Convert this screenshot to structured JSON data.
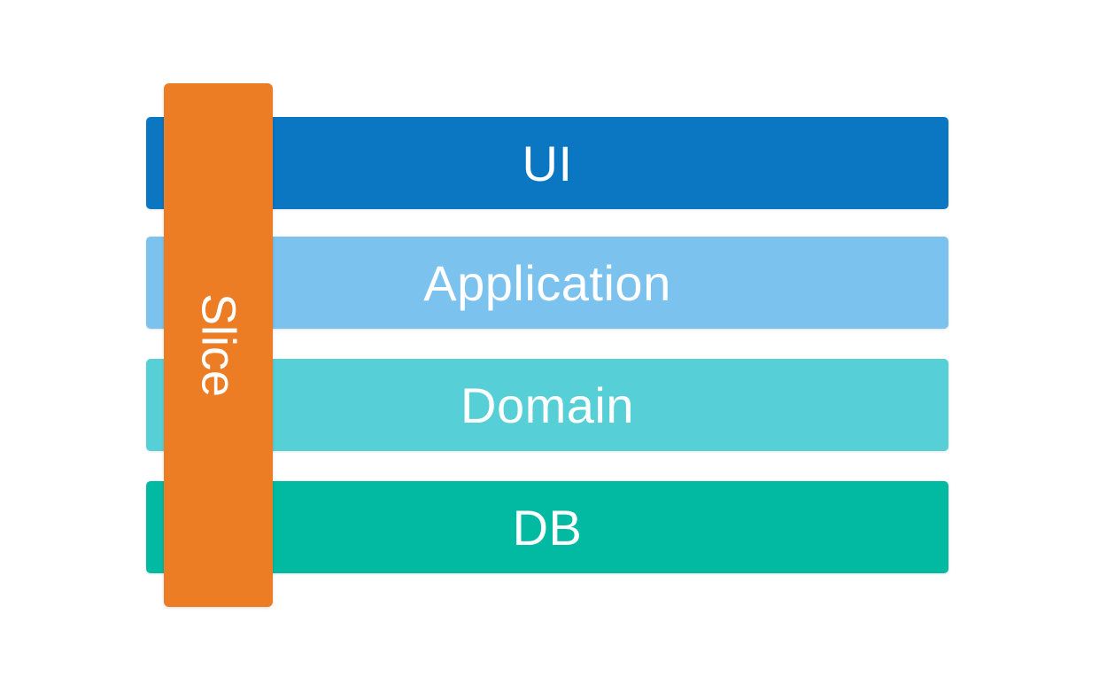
{
  "diagram": {
    "title": "layered-architecture-with-vertical-slice",
    "background_color": "#ffffff",
    "text_color": "#ffffff",
    "layers": [
      {
        "label": "UI",
        "color": "#0b76c2"
      },
      {
        "label": "Application",
        "color": "#7cc2ee"
      },
      {
        "label": "Domain",
        "color": "#57cfd6"
      },
      {
        "label": "DB",
        "color": "#02b9a2"
      }
    ],
    "slice": {
      "label": "Slice",
      "color": "#ec7d24"
    }
  }
}
